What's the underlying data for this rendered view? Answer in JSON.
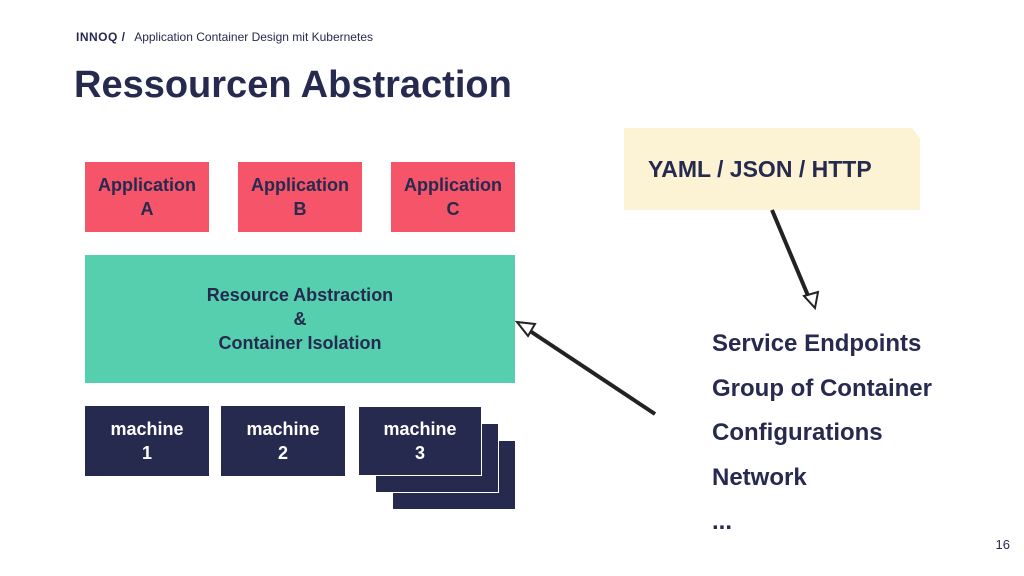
{
  "header": {
    "brand": "INNOQ /",
    "subtitle": "Application Container Design mit Kubernetes"
  },
  "title": "Ressourcen Abstraction",
  "applications": [
    {
      "line1": "Application",
      "line2": "A"
    },
    {
      "line1": "Application",
      "line2": "B"
    },
    {
      "line1": "Application",
      "line2": "C"
    }
  ],
  "abstraction": {
    "line1": "Resource Abstraction",
    "line2": "&",
    "line3": "Container Isolation"
  },
  "machines": [
    {
      "line1": "machine",
      "line2": "1"
    },
    {
      "line1": "machine",
      "line2": "2"
    },
    {
      "line1": "machine",
      "line2": "3"
    }
  ],
  "note": {
    "text": "YAML / JSON / HTTP"
  },
  "features": [
    "Service Endpoints",
    "Group of Container",
    "Configurations",
    "Network",
    "..."
  ],
  "page_number": "16",
  "colors": {
    "navy": "#262a4f",
    "red": "#f55469",
    "green": "#55cfae",
    "note": "#fcf3d4"
  }
}
